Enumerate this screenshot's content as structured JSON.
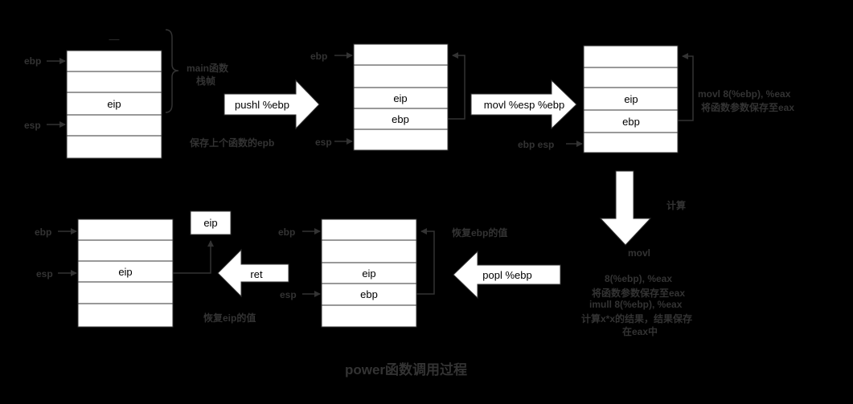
{
  "title": "power函数调用过程",
  "stack1": {
    "dash": "—",
    "ebp_label": "ebp",
    "esp_label": "esp",
    "cells": [
      "",
      "",
      "eip",
      "",
      ""
    ],
    "brace_label_line1": "main函数",
    "brace_label_line2": "栈帧"
  },
  "arrow1": {
    "label": "pushl %ebp",
    "caption": "保存上个函数的epb"
  },
  "stack2": {
    "ebp_label": "ebp",
    "esp_label": "esp",
    "cells": [
      "",
      "",
      "eip",
      "ebp",
      ""
    ]
  },
  "arrow2": {
    "label": "movl %esp %ebp"
  },
  "stack3": {
    "ebp_esp_label": "ebp  esp",
    "cells": [
      "",
      "",
      "eip",
      "ebp",
      ""
    ],
    "note_line1": "movl    8(%ebp), %eax",
    "note_line2": "将函数参数保存至eax"
  },
  "arrow_down": {
    "label": "计算",
    "movl_text": "movl",
    "lines": [
      "8(%ebp), %eax",
      "将函数参数保存至eax",
      "imull    8(%ebp), %eax",
      "计算x*x的结果，结果保存",
      "在eax中"
    ]
  },
  "arrow3": {
    "label": "popl %ebp"
  },
  "stack4": {
    "ebp_label": "ebp",
    "esp_label": "esp",
    "cells": [
      "",
      "",
      "eip",
      "ebp",
      ""
    ],
    "note": "恢复ebp的值"
  },
  "arrow4": {
    "label": "ret",
    "caption": "恢复eip的值"
  },
  "stack5": {
    "ebp_label": "ebp",
    "esp_label": "esp",
    "cells": [
      "",
      "",
      "eip",
      "",
      ""
    ],
    "popped": "eip"
  }
}
